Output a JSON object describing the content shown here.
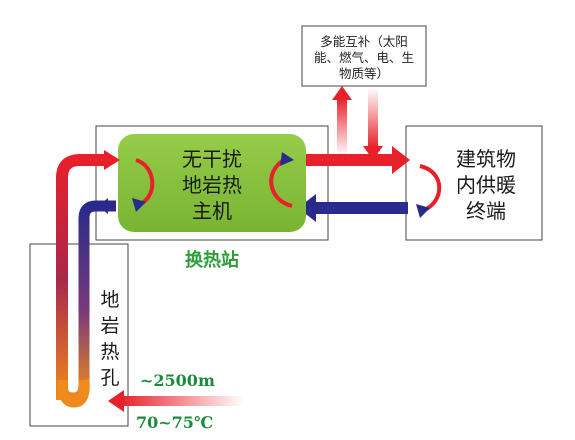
{
  "supplement": {
    "lines": [
      "多能互补（太阳",
      "能、燃气、电、生",
      "物质等）"
    ]
  },
  "main_unit": {
    "lines": [
      "无干扰",
      "地岩热",
      "主机"
    ]
  },
  "station": {
    "label": "换热站"
  },
  "terminal": {
    "lines": [
      "建筑物",
      "内供暖",
      "终端"
    ]
  },
  "well": {
    "chars": [
      "地",
      "岩",
      "热",
      "孔"
    ]
  },
  "depth": {
    "label": "~2500m"
  },
  "temperature": {
    "label": "70~75℃"
  },
  "colors": {
    "hot": "#e8202a",
    "cold": "#2a2a8c",
    "unit_green": "#8cc63f",
    "station_label": "#2e9e3a",
    "depth_label": "#1b8a3a"
  }
}
